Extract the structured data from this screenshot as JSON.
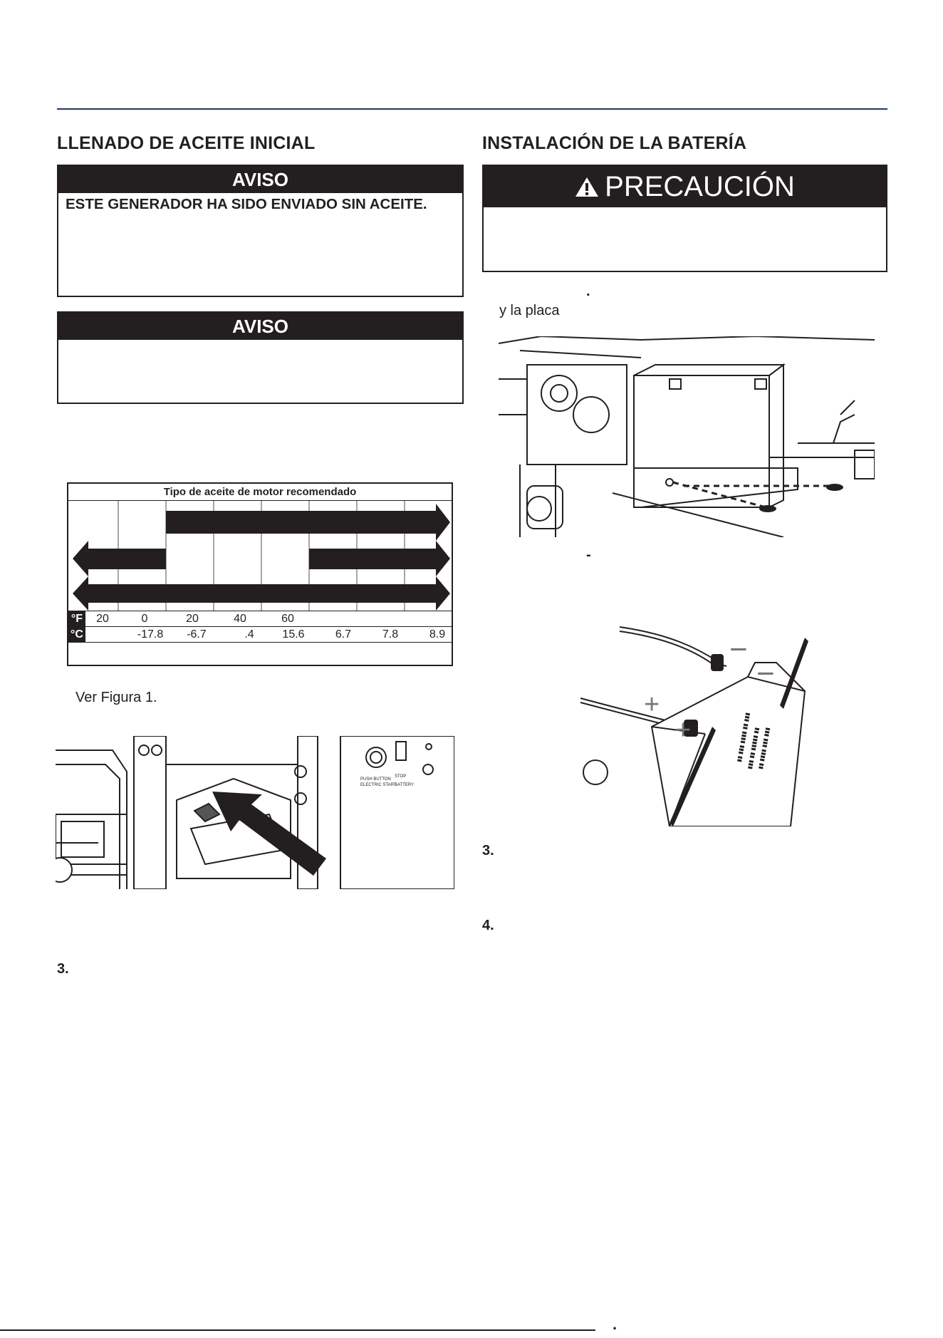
{
  "left": {
    "section_title": "LLENADO DE ACEITE INICIAL",
    "notice1": {
      "head": "AVISO",
      "text": "ESTE GENERADOR HA SIDO ENVIADO SIN ACEITE."
    },
    "notice2": {
      "head": "AVISO"
    },
    "oil_chart": {
      "title": "Tipo de aceite de motor recomendado",
      "unit_f": "°F",
      "unit_c": "°C",
      "fahrenheit": [
        "20",
        "0",
        "20",
        "40",
        "60",
        "",
        "",
        ""
      ],
      "celsius": [
        "",
        "-17.8",
        "-6.7",
        ".4",
        "15.6",
        "6.7",
        "7.8",
        "8.9"
      ]
    },
    "see_figure": "Ver Figura 1.",
    "step3": "3."
  },
  "right": {
    "section_title": "INSTALACIÓN DE LA BATERÍA",
    "caution_head": "PRECAUCIÓN",
    "dot_mark": ".",
    "plate_text": "y la placa",
    "dash_mark": "-",
    "minus_sign": "−",
    "plus_sign": "+",
    "step3": "3.",
    "step4": "4."
  },
  "footer_mark": "·"
}
